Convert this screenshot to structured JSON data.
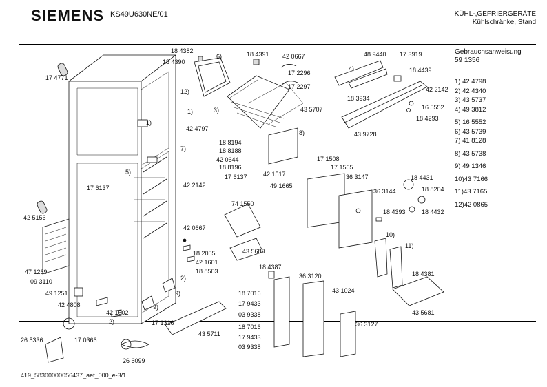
{
  "header": {
    "brand": "SIEMENS",
    "model": "KS49U630NE/01",
    "category": "KÜHL-,GEFRIERGERÄTE",
    "subcategory": "Kühlschränke, Stand"
  },
  "doc": {
    "title": "Gebrauchsanweisung",
    "number": "59 1356"
  },
  "kits": [
    "1) 42 4798",
    "2) 42 4340",
    "3) 43 5737",
    "4) 49 3812",
    "5) 16 5552",
    "6) 43 5739",
    "7) 41 8128",
    "8) 43 5738",
    "9) 49 1346",
    "10)43 7166",
    "11)43 7165",
    "12)42 0865"
  ],
  "footer": "419_58300000056437_aet_000_e-3/1",
  "labels": [
    {
      "id": "p174771",
      "text": "17 4771"
    },
    {
      "id": "p184382",
      "text": "18 4382"
    },
    {
      "id": "p184390",
      "text": "18 4390"
    },
    {
      "id": "c6",
      "text": "6)"
    },
    {
      "id": "p184391",
      "text": "18 4391"
    },
    {
      "id": "p420667a",
      "text": "42 0667"
    },
    {
      "id": "p172296",
      "text": "17 2296"
    },
    {
      "id": "p172297",
      "text": "17 2297"
    },
    {
      "id": "p489440",
      "text": "48 9440"
    },
    {
      "id": "p173919",
      "text": "17 3919"
    },
    {
      "id": "c4",
      "text": "4)"
    },
    {
      "id": "p184439",
      "text": "18 4439"
    },
    {
      "id": "p422142a",
      "text": "42 2142"
    },
    {
      "id": "p183934",
      "text": "18 3934"
    },
    {
      "id": "p165552",
      "text": "16 5552"
    },
    {
      "id": "p184293",
      "text": "18 4293"
    },
    {
      "id": "c12",
      "text": "12)"
    },
    {
      "id": "c1a",
      "text": "1)"
    },
    {
      "id": "c1b",
      "text": "1)"
    },
    {
      "id": "p424797",
      "text": "42 4797"
    },
    {
      "id": "c3",
      "text": "3)"
    },
    {
      "id": "p435707",
      "text": "43 5707"
    },
    {
      "id": "p439728",
      "text": "43 9728"
    },
    {
      "id": "c8",
      "text": "8)"
    },
    {
      "id": "p188194",
      "text": "18 8194"
    },
    {
      "id": "p188188",
      "text": "18 8188"
    },
    {
      "id": "c7",
      "text": "7)"
    },
    {
      "id": "p420644",
      "text": "42 0644"
    },
    {
      "id": "p188196",
      "text": "18 8196"
    },
    {
      "id": "p176137a",
      "text": "17 6137"
    },
    {
      "id": "c5",
      "text": "5)"
    },
    {
      "id": "p176137b",
      "text": "17 6137"
    },
    {
      "id": "p422142b",
      "text": "42 2142"
    },
    {
      "id": "p421517",
      "text": "42 1517"
    },
    {
      "id": "p171508",
      "text": "17 1508"
    },
    {
      "id": "p171565",
      "text": "17 1565"
    },
    {
      "id": "p491665",
      "text": "49 1665"
    },
    {
      "id": "p363147",
      "text": "36 3147"
    },
    {
      "id": "p184431",
      "text": "18 4431"
    },
    {
      "id": "p188204",
      "text": "18 8204"
    },
    {
      "id": "p363144",
      "text": "36 3144"
    },
    {
      "id": "p184432",
      "text": "18 4432"
    },
    {
      "id": "p425156",
      "text": "42 5156"
    },
    {
      "id": "p741550",
      "text": "74 1550"
    },
    {
      "id": "p184393",
      "text": "18 4393"
    },
    {
      "id": "p420667b",
      "text": "42 0667"
    },
    {
      "id": "c10",
      "text": "10)"
    },
    {
      "id": "c11",
      "text": "11)"
    },
    {
      "id": "p435680",
      "text": "43 5680"
    },
    {
      "id": "p182055",
      "text": "18 2055"
    },
    {
      "id": "p421601",
      "text": "42 1601"
    },
    {
      "id": "p188503",
      "text": "18 8503"
    },
    {
      "id": "c2a",
      "text": "2)"
    },
    {
      "id": "p471269",
      "text": "47 1269"
    },
    {
      "id": "p093110",
      "text": "09 3110"
    },
    {
      "id": "p184387",
      "text": "18 4387"
    },
    {
      "id": "p184381",
      "text": "18 4381"
    },
    {
      "id": "p491251",
      "text": "49 1251"
    },
    {
      "id": "c9a",
      "text": "9)"
    },
    {
      "id": "c9b",
      "text": "9)"
    },
    {
      "id": "p187016a",
      "text": "18 7016"
    },
    {
      "id": "p363120",
      "text": "36 3120"
    },
    {
      "id": "p179433a",
      "text": "17 9433"
    },
    {
      "id": "p431024",
      "text": "43 1024"
    },
    {
      "id": "p039338a",
      "text": "03 9338"
    },
    {
      "id": "p424808",
      "text": "42 4808"
    },
    {
      "id": "p421602",
      "text": "42 1602"
    },
    {
      "id": "c2b",
      "text": "2)"
    },
    {
      "id": "p171316",
      "text": "17 1316"
    },
    {
      "id": "p187016b",
      "text": "18 7016"
    },
    {
      "id": "p179433b",
      "text": "17 9433"
    },
    {
      "id": "p363127",
      "text": "36 3127"
    },
    {
      "id": "p039338b",
      "text": "03 9338"
    },
    {
      "id": "p435681",
      "text": "43 5681"
    },
    {
      "id": "p265336",
      "text": "26 5336"
    },
    {
      "id": "p170366",
      "text": "17 0366"
    },
    {
      "id": "p435711",
      "text": "43 5711"
    },
    {
      "id": "p266099",
      "text": "26 6099"
    }
  ]
}
